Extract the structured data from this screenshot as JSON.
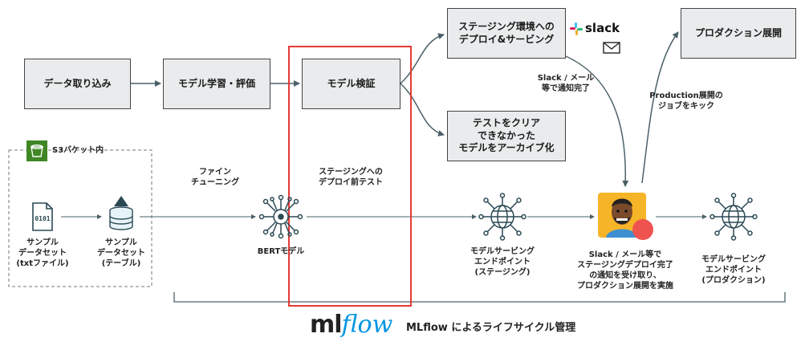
{
  "colors": {
    "box_fill": "#e9ebec",
    "box_border": "#444444",
    "edge": "#4a6068",
    "highlight": "#e53935",
    "icon_teal": "#2b4955",
    "s3_green": "#3f8624",
    "mlflow_blue": "#0194e2",
    "mlflow_dark": "#222222",
    "slack_text": "#111111"
  },
  "pipeline": {
    "ingest": "データ取り込み",
    "train": "モデル学習・評価",
    "validate": "モデル検証",
    "deploy_staging": "ステージング環境への\nデプロイ&サービング",
    "archive": "テストをクリア\nできなかった\nモデルをアーカイブ化",
    "deploy_prod": "プロダクション展開"
  },
  "annotations": {
    "notify": "Slack / メール\n等で通知完了",
    "prod_job": "Production展開の\nジョブをキック",
    "finetune": "ファイン\nチューニング",
    "pre_deploy_test": "ステージングへの\nデプロイ前テスト"
  },
  "s3": {
    "title": "S3バケット内"
  },
  "nodes": {
    "dataset_file": "サンプル\nデータセット\n(txtファイル)",
    "dataset_table": "サンプル\nデータセット\n(テーブル)",
    "bert": "BERTモデル",
    "serving_staging": "モデルサービング\nエンドポイント\n(ステージング)",
    "user": "Slack / メール等で\nステージングデプロイ完了\nの通知を受け取り、\nプロダクション展開を実施",
    "serving_prod": "モデルサービング\nエンドポイント\n(プロダクション)"
  },
  "file_icon_text": "0101",
  "slack_logo_text": "slack",
  "mlflow": {
    "logo_ml": "ml",
    "logo_flow": "flow",
    "caption": "MLflow によるライフサイクル管理"
  }
}
